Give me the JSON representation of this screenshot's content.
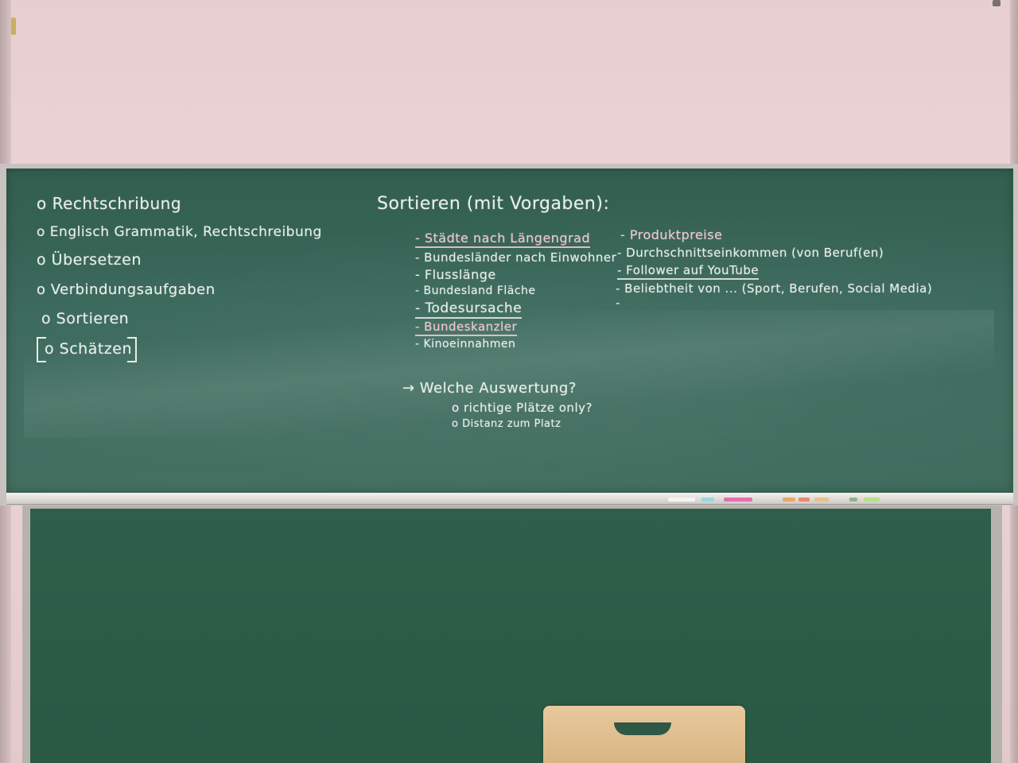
{
  "board": {
    "left_list": [
      "o Rechtschribung",
      "o Englisch Grammatik, Rechtschreibung",
      "o Übersetzen",
      "o Verbindungsaufgaben",
      "o Sortieren",
      "o Schätzen"
    ],
    "heading": "Sortieren (mit Vorgaben):",
    "middle_list": [
      "- Städte nach Längengrad",
      "- Bundesländer nach Einwohner",
      "- Flusslänge",
      "- Bundesland Fläche",
      "- Todesursache",
      "- Bundeskanzler",
      "- Kinoeinnahmen"
    ],
    "right_list": [
      "- Produktpreise",
      "- Durchschnittseinkommen (von Beruf(en)",
      "- Follower auf YouTube",
      "- Beliebtheit von ... (Sport, Berufen, Social Media)",
      "-"
    ],
    "question": "→ Welche Auswertung?",
    "sub_items": [
      "o richtige Plätze only?",
      "o Distanz zum Platz"
    ]
  },
  "colors": {
    "board_green": "#38675a",
    "chalk_white": "#e9eee9",
    "chalk_pink": "#f1c4cf",
    "wall": "#eed7d9"
  }
}
